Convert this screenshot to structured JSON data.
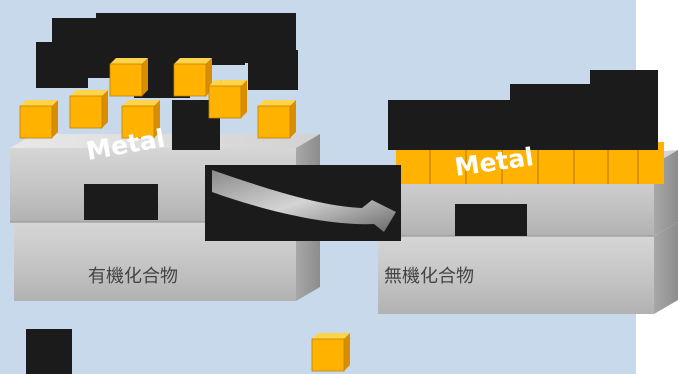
{
  "labels": {
    "metal_left": "Metal",
    "metal_right": "Metal",
    "organic": "有機化合物",
    "inorganic": "無機化合物"
  },
  "colors": {
    "background": "#c8d9ec",
    "cube_face": "#ffb300",
    "cube_top": "#ffd44a",
    "cube_side": "#d98e00",
    "slab_front": "#c8c8c8",
    "slab_top": "#e4e4e4",
    "slab_side": "#9a9a9a",
    "redaction": "#1b1b1b"
  }
}
